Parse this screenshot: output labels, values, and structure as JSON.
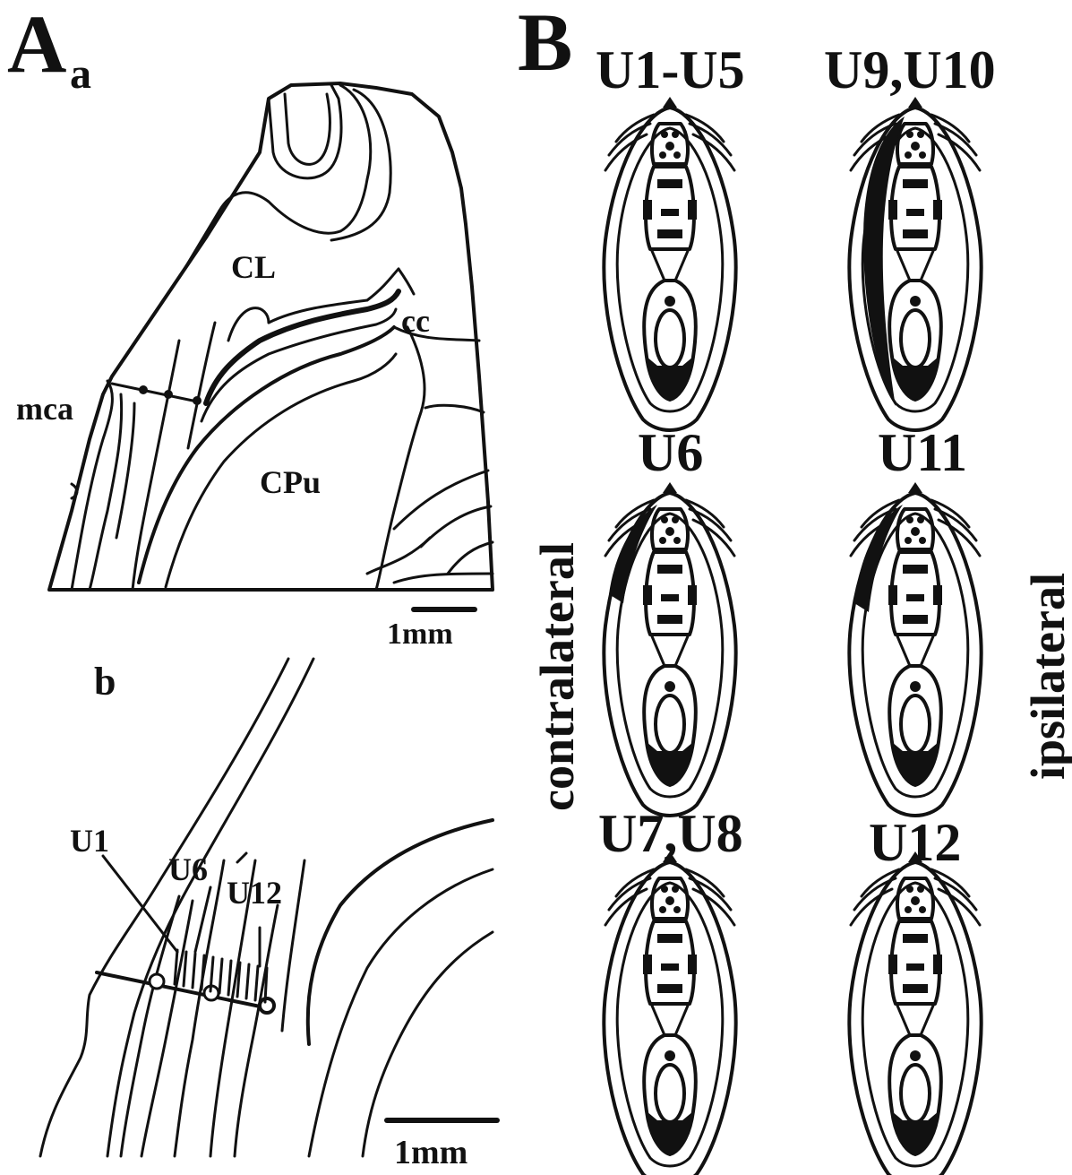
{
  "panel_a": {
    "letter": "A",
    "sub_a": "a",
    "sub_b": "b",
    "labels": {
      "cl": "CL",
      "cc": "cc",
      "mca": "mca",
      "cpu": "CPu"
    },
    "scale_bar_a": "1mm",
    "scale_bar_b": "1mm",
    "electrode_labels": {
      "u1": "U1",
      "u6": "U6",
      "u12": "U12"
    }
  },
  "panel_b": {
    "letter": "B",
    "side_left": "contralateral",
    "side_right": "ipsilateral",
    "titles": [
      "U1-U5",
      "U9,U10",
      "U6",
      "U11",
      "U7,U8",
      "U12"
    ]
  },
  "colors": {
    "ink": "#111111",
    "background": "#ffffff"
  }
}
